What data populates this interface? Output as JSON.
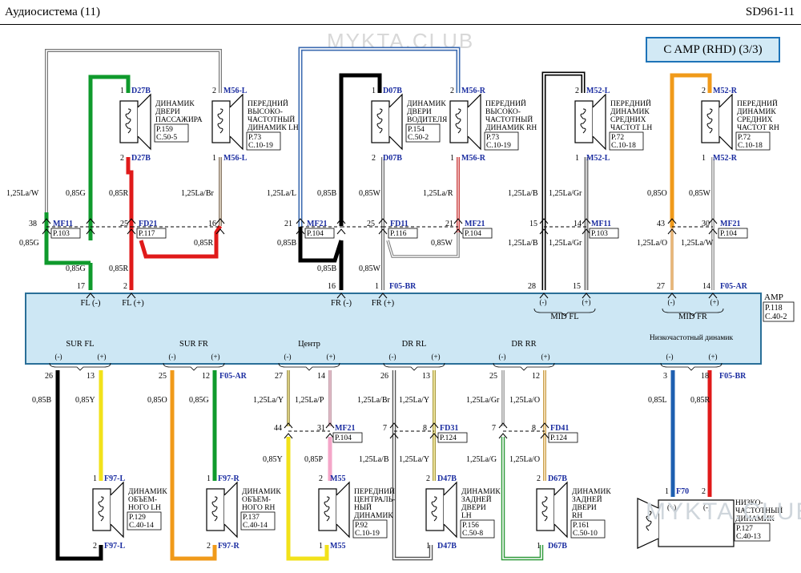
{
  "header": {
    "title": "Аудиосистема (11)",
    "code": "SD961-11",
    "variant": "C AMP (RHD) (3/3)"
  },
  "watermarks": [
    "MYKTA.CLUB",
    "MYKTA.CLUB"
  ],
  "amp": {
    "name": "AMP",
    "page": "P.118",
    "sec": "C.40-2"
  },
  "colors": {
    "ampFill": "#cde7f4",
    "ampStroke": "#2a6f98",
    "pin": "#1a2ca0"
  },
  "amp_labels": {
    "fl_minus": "FL (-)",
    "fl_plus": "FL (+)",
    "fr_minus": "FR (-)",
    "fr_plus": "FR (+)",
    "mid_fl": "MID FL",
    "mid_fr": "MID FR",
    "sur_fl": "SUR FL",
    "sur_fr": "SUR FR",
    "center": "Центр",
    "dr_rl": "DR RL",
    "dr_rr": "DR RR",
    "sub": "Низкочастотный динамик",
    "minus": "(-)",
    "plus": "(+)"
  },
  "speakers": [
    {
      "id": "pass-door",
      "lines": [
        "ДИНАМИК",
        "ДВЕРИ",
        "ПАССАЖИРА"
      ],
      "page": "P.159",
      "sec": "C.50-5",
      "pin1": "1",
      "pin2": "2",
      "c1": "D27B",
      "c2": "D27B"
    },
    {
      "id": "tweeter-lh",
      "lines": [
        "ПЕРЕДНИЙ",
        "ВЫСОКО-",
        "ЧАСТОТНЫЙ",
        "ДИНАМИК LH"
      ],
      "page": "P.73",
      "sec": "C.10-19",
      "pin1": "2",
      "pin2": "1",
      "c1": "M56-L",
      "c2": "M56-L"
    },
    {
      "id": "driver-door",
      "lines": [
        "ДИНАМИК",
        "ДВЕРИ",
        "ВОДИТЕЛЯ"
      ],
      "page": "P.154",
      "sec": "C.50-2",
      "pin1": "1",
      "pin2": "2",
      "c1": "D07B",
      "c2": "D07B"
    },
    {
      "id": "tweeter-rh",
      "lines": [
        "ПЕРЕДНИЙ",
        "ВЫСОКО-",
        "ЧАСТОТНЫЙ",
        "ДИНАМИК RH"
      ],
      "page": "P.73",
      "sec": "C.10-19",
      "pin1": "2",
      "pin2": "1",
      "c1": "M56-R",
      "c2": "M56-R"
    },
    {
      "id": "mid-lh",
      "lines": [
        "ПЕРЕДНИЙ",
        "ДИНАМИК",
        "СРЕДНИХ",
        "ЧАСТОТ LH"
      ],
      "page": "P.72",
      "sec": "C.10-18",
      "pin1": "2",
      "pin2": "1",
      "c1": "M52-L",
      "c2": "M52-L"
    },
    {
      "id": "mid-rh",
      "lines": [
        "ПЕРЕДНИЙ",
        "ДИНАМИК",
        "СРЕДНИХ",
        "ЧАСТОТ RH"
      ],
      "page": "P.72",
      "sec": "C.10-18",
      "pin1": "2",
      "pin2": "1",
      "c1": "M52-R",
      "c2": "M52-R"
    },
    {
      "id": "sur-lh",
      "lines": [
        "ДИНАМИК",
        "ОБЪЕМ-",
        "НОГО LH"
      ],
      "page": "P.129",
      "sec": "C.40-14",
      "pin1": "1",
      "pin2": "2",
      "c1": "F97-L",
      "c2": "F97-L"
    },
    {
      "id": "sur-rh",
      "lines": [
        "ДИНАМИК",
        "ОБЪЕМ-",
        "НОГО RH"
      ],
      "page": "P.137",
      "sec": "C.40-14",
      "pin1": "1",
      "pin2": "2",
      "c1": "F97-R",
      "c2": "F97-R"
    },
    {
      "id": "center",
      "lines": [
        "ПЕРЕДНИЙ",
        "ЦЕНТРАЛЬ-",
        "НЫЙ",
        "ДИНАМИК"
      ],
      "page": "P.92",
      "sec": "C.10-19",
      "pin1": "2",
      "pin2": "1",
      "c1": "M55",
      "c2": "M55"
    },
    {
      "id": "rear-lh",
      "lines": [
        "ДИНАМИК",
        "ЗАДНЕЙ",
        "ДВЕРИ",
        "LH"
      ],
      "page": "P.156",
      "sec": "C.50-8",
      "pin1": "2",
      "pin2": "1",
      "c1": "D47B",
      "c2": "D47B"
    },
    {
      "id": "rear-rh",
      "lines": [
        "ДИНАМИК",
        "ЗАДНЕЙ",
        "ДВЕРИ",
        "RH"
      ],
      "page": "P.161",
      "sec": "C.50-10",
      "pin1": "2",
      "pin2": "1",
      "c1": "D67B",
      "c2": "D67B"
    },
    {
      "id": "sub",
      "lines": [
        "НИЗКО-",
        "ЧАСТОТНЫЙ",
        "ДИНАМИК"
      ],
      "page": "P.127",
      "sec": "C.40-13",
      "pin1": "1",
      "pin2": "2",
      "c1": "F70",
      "c2": ""
    }
  ],
  "connectors": [
    {
      "id": "mf11-a",
      "name": "MF11",
      "ref": "P.103",
      "pinL": "38",
      "pinR": "16"
    },
    {
      "id": "fd21",
      "name": "FD21",
      "ref": "P.117",
      "pinL": "",
      "pinR": "25"
    },
    {
      "id": "mf21-a",
      "name": "MF21",
      "ref": "P.104",
      "pinL": "21",
      "pinR": ""
    },
    {
      "id": "fd11",
      "name": "FD11",
      "ref": "P.116",
      "pinL": "25",
      "pinR": ""
    },
    {
      "id": "mf21-b",
      "name": "MF21",
      "ref": "P.104",
      "pinL": "",
      "pinR": "21"
    },
    {
      "id": "mf11-b",
      "name": "MF11",
      "ref": "P.103",
      "pinL": "15",
      "pinR": "14"
    },
    {
      "id": "mf21-c",
      "name": "MF21",
      "ref": "P.104",
      "pinL": "43",
      "pinR": "30"
    },
    {
      "id": "mf21-d",
      "name": "MF21",
      "ref": "P.104",
      "pinL": "44",
      "pinR": "31"
    },
    {
      "id": "fd31",
      "name": "FD31",
      "ref": "P.124",
      "pinL": "7",
      "pinR": "8"
    },
    {
      "id": "fd41",
      "name": "FD41",
      "ref": "P.124",
      "pinL": "7",
      "pinR": "8"
    }
  ],
  "wires": {
    "w1": "1,25La/W",
    "w2": "0,85G",
    "w3": "0,85R",
    "w4": "1,25La/Br",
    "w5": "0,85G",
    "w6": "0,85G",
    "w7": "0,85R",
    "w8": "0,85R",
    "w9": "1,25La/L",
    "w10": "0,85B",
    "w11": "0,85W",
    "w12": "1,25La/R",
    "w13": "0,85B",
    "w14": "0,85B",
    "w15": "0,85W",
    "w16": "0,85W",
    "w17": "1,25La/B",
    "w18": "1,25La/Gr",
    "w19": "1,25La/B",
    "w20": "1,25La/Gr",
    "w21": "0,85O",
    "w22": "0,85W",
    "w23": "1,25La/O",
    "w24": "1,25La/W",
    "w25": "0,85B",
    "w26": "0,85Y",
    "w27": "0,85O",
    "w28": "0,85G",
    "w29": "1,25La/Y",
    "w30": "1,25La/P",
    "w31": "0,85Y",
    "w32": "0,85P",
    "w33": "1,25La/Br",
    "w34": "1,25La/Y",
    "w35": "1,25La/B",
    "w36": "1,25La/Y",
    "w37": "1,25La/Gr",
    "w38": "1,25La/O",
    "w39": "1,25La/G",
    "w40": "1,25La/O",
    "w41": "0,85L",
    "w42": "0,85R"
  },
  "pins": {
    "p17": "17",
    "p2": "2",
    "p16": "16",
    "p1": "1",
    "p28": "28",
    "p15": "15",
    "p27": "27",
    "p14": "14",
    "f05br": "F05-BR",
    "f05ar": "F05-AR",
    "p26": "26",
    "p13": "13",
    "p25": "25",
    "p12": "12",
    "p27b": "27",
    "p14b": "14",
    "p26b": "26",
    "p13b": "13",
    "p25b": "25",
    "p12b": "12",
    "p3": "3",
    "p18": "18",
    "f05ar2": "F05-AR",
    "f05br2": "F05-BR"
  }
}
